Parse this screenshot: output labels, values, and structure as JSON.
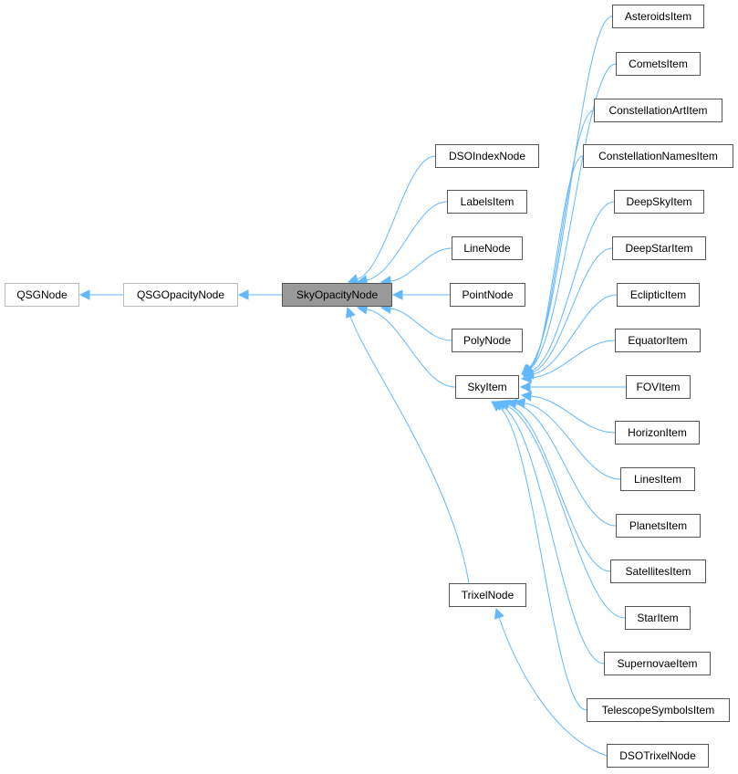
{
  "colors": {
    "edge": "#63b8ff",
    "current_fill": "#999999"
  },
  "nodes": {
    "QSGNode": "QSGNode",
    "QSGOpacityNode": "QSGOpacityNode",
    "SkyOpacityNode": "SkyOpacityNode",
    "DSOIndexNode": "DSOIndexNode",
    "LabelsItem": "LabelsItem",
    "LineNode": "LineNode",
    "PointNode": "PointNode",
    "PolyNode": "PolyNode",
    "SkyItem": "SkyItem",
    "TrixelNode": "TrixelNode",
    "AsteroidsItem": "AsteroidsItem",
    "CometsItem": "CometsItem",
    "ConstellationArtItem": "ConstellationArtItem",
    "ConstellationNamesItem": "ConstellationNamesItem",
    "DeepSkyItem": "DeepSkyItem",
    "DeepStarItem": "DeepStarItem",
    "EclipticItem": "EclipticItem",
    "EquatorItem": "EquatorItem",
    "FOVItem": "FOVItem",
    "HorizonItem": "HorizonItem",
    "LinesItem": "LinesItem",
    "PlanetsItem": "PlanetsItem",
    "SatellitesItem": "SatellitesItem",
    "StarItem": "StarItem",
    "SupernovaeItem": "SupernovaeItem",
    "TelescopeSymbolsItem": "TelescopeSymbolsItem",
    "DSOTrixelNode": "DSOTrixelNode"
  },
  "edges": [
    [
      "QSGOpacityNode",
      "QSGNode"
    ],
    [
      "SkyOpacityNode",
      "QSGOpacityNode"
    ],
    [
      "DSOIndexNode",
      "SkyOpacityNode"
    ],
    [
      "LabelsItem",
      "SkyOpacityNode"
    ],
    [
      "LineNode",
      "SkyOpacityNode"
    ],
    [
      "PointNode",
      "SkyOpacityNode"
    ],
    [
      "PolyNode",
      "SkyOpacityNode"
    ],
    [
      "SkyItem",
      "SkyOpacityNode"
    ],
    [
      "TrixelNode",
      "SkyOpacityNode"
    ],
    [
      "AsteroidsItem",
      "SkyItem"
    ],
    [
      "CometsItem",
      "SkyItem"
    ],
    [
      "ConstellationArtItem",
      "SkyItem"
    ],
    [
      "ConstellationNamesItem",
      "SkyItem"
    ],
    [
      "DeepSkyItem",
      "SkyItem"
    ],
    [
      "DeepStarItem",
      "SkyItem"
    ],
    [
      "EclipticItem",
      "SkyItem"
    ],
    [
      "EquatorItem",
      "SkyItem"
    ],
    [
      "FOVItem",
      "SkyItem"
    ],
    [
      "HorizonItem",
      "SkyItem"
    ],
    [
      "LinesItem",
      "SkyItem"
    ],
    [
      "PlanetsItem",
      "SkyItem"
    ],
    [
      "SatellitesItem",
      "SkyItem"
    ],
    [
      "StarItem",
      "SkyItem"
    ],
    [
      "SupernovaeItem",
      "SkyItem"
    ],
    [
      "TelescopeSymbolsItem",
      "SkyItem"
    ],
    [
      "DSOTrixelNode",
      "TrixelNode"
    ]
  ]
}
